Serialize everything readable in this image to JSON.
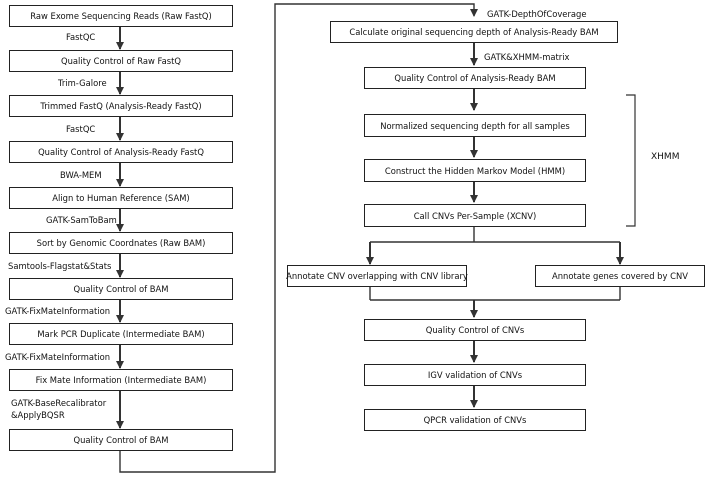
{
  "left_column": {
    "boxes": [
      "Raw Exome Sequencing Reads (Raw FastQ)",
      "Quality Control of Raw FastQ",
      "Trimmed FastQ (Analysis-Ready FastQ)",
      "Quality Control of Analysis-Ready FastQ",
      "Align to Human Reference (SAM)",
      "Sort by Genomic Coordnates (Raw BAM)",
      "Quality Control of BAM",
      "Mark PCR Duplicate (Intermediate BAM)",
      "Fix Mate Information (Intermediate BAM)",
      "Quality Control of BAM"
    ],
    "tools": [
      "FastQC",
      "Trim-Galore",
      "FastQC",
      "BWA-MEM",
      "GATK-SamToBam",
      "Samtools-Flagstat&Stats",
      "GATK-FixMateInformation",
      "GATK-FixMateInformation",
      "GATK-BaseRecalibrator",
      "&ApplyBQSR"
    ]
  },
  "right_column": {
    "boxes": [
      "Calculate original sequencing depth of Analysis-Ready BAM",
      "Quality Control of Analysis-Ready BAM",
      "Normalized sequencing depth for all samples",
      "Construct the Hidden Markov Model (HMM)",
      "Call CNVs Per-Sample (XCNV)",
      "Annotate CNV overlapping with CNV library",
      "Annotate genes covered by CNV",
      "Quality Control of CNVs",
      "IGV validation of CNVs",
      "QPCR validation of CNVs"
    ],
    "tools": [
      "GATK-DepthOfCoverage",
      "GATK&XHMM-matrix"
    ],
    "bracket_label": "XHMM"
  }
}
